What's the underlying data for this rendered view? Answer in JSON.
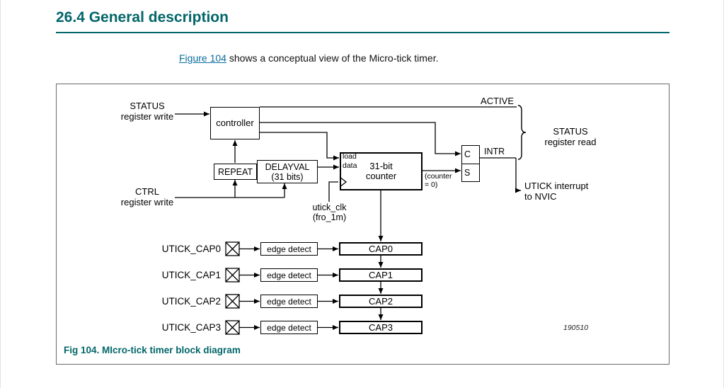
{
  "colors": {
    "accent": "#03666a",
    "link": "#0b6e9e",
    "ink": "#000000",
    "frame": "#6a6a6a"
  },
  "page": {
    "section_heading": "26.4 General description",
    "intro_link": "Figure 104",
    "intro_rest": " shows a conceptual view of the Micro-tick timer."
  },
  "figure": {
    "caption": "Fig 104. MIcro-tick timer block diagram",
    "watermark": "190510",
    "labels": {
      "status_write": "STATUS\nregister write",
      "ctrl_write": "CTRL\nregister write",
      "controller": "controller",
      "repeat": "REPEAT",
      "delayval": "DELAYVAL\n(31 bits)",
      "counter": "31-bit\ncounter",
      "load": "load",
      "data": "data",
      "counter_zero": "(counter\n= 0)",
      "utick_clk": "utick_clk\n(fro_1m)",
      "c": "C",
      "s": "S",
      "intr": "INTR",
      "active": "ACTIVE",
      "status_read": "STATUS\nregister read",
      "utick_interrupt": "UTICK interrupt\nto NVIC"
    },
    "capture_rows": [
      {
        "pad": "UTICK_CAP0",
        "edge": "edge detect",
        "cap": "CAP0"
      },
      {
        "pad": "UTICK_CAP1",
        "edge": "edge detect",
        "cap": "CAP1"
      },
      {
        "pad": "UTICK_CAP2",
        "edge": "edge detect",
        "cap": "CAP2"
      },
      {
        "pad": "UTICK_CAP3",
        "edge": "edge detect",
        "cap": "CAP3"
      }
    ]
  }
}
